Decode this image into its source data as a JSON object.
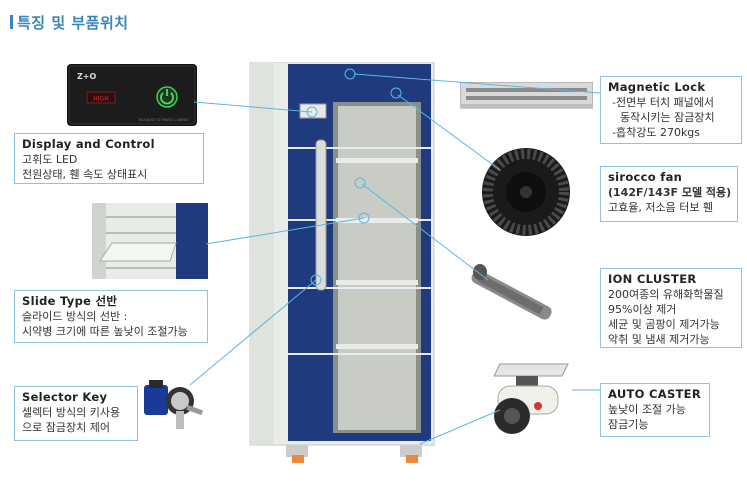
{
  "title": "특징 및 부품위치",
  "features": [
    {
      "heading": "Display and Control",
      "lines": [
        "고휘도 LED",
        "전원상태, 휀 속도 상태표시"
      ]
    },
    {
      "heading": "Slide Type 선반",
      "lines": [
        "슬라이드 방식의 선반 :",
        "시약병 크기에 따른 높낮이 조절가능"
      ]
    },
    {
      "heading": "Selector Key",
      "lines": [
        "셀렉터 방식의 키사용",
        "으로 잠금장치 제어"
      ]
    },
    {
      "heading": "Magnetic Lock",
      "lines": [
        "-전면부 터치 패널에서",
        "동작시키는 잠금장치",
        "-흡착강도 270kgs"
      ]
    },
    {
      "heading": "sirocco fan",
      "lines": [
        "(142F/143F 모델 적용)",
        "고효율, 저소음 터보 휀"
      ]
    },
    {
      "heading": "ION CLUSTER",
      "lines": [
        "200여종의 유해화학물질",
        "95%이상 제거",
        "세균 및 곰팡이 제거가능",
        "악취 및 냄새 제거가능"
      ]
    },
    {
      "heading": "AUTO CASTER",
      "lines": [
        "높낮이 조절 가능",
        "잠금기능"
      ]
    }
  ],
  "control_panel": {
    "brand": "Z+O",
    "button_text": "HIGH",
    "caption": "REAGENT STORAGE CABINET"
  },
  "colors": {
    "cabinet_blue": "#1f3a7e",
    "cabinet_body": "#e9ece8",
    "callout_line": "#5cb7e0",
    "title_blue": "#3a86b8"
  }
}
